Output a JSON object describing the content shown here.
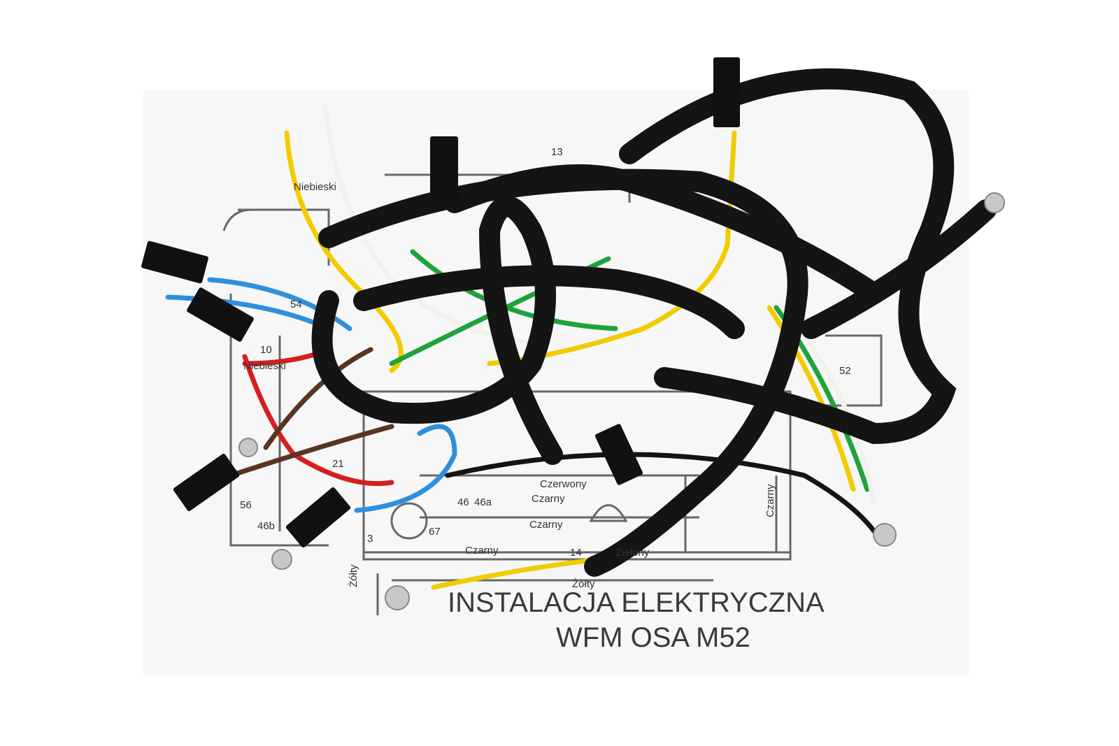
{
  "title": {
    "line1": "INSTALACJA ELEKTRYCZNA",
    "line2": "WFM OSA M52"
  },
  "diagram_labels": {
    "niebieski_top": "Niebieski",
    "niebieski_left": "Niebieski",
    "czerwony": "Czerwony",
    "czarny_1": "Czarny",
    "czarny_2": "Czarny",
    "czarny_3": "Czarny",
    "czarny_right": "Czarny",
    "zolty_left": "Żółty",
    "zolty_bottom": "Żółty",
    "zielony": "Zielony",
    "n54": "54",
    "n10": "10",
    "n56": "56",
    "n46b": "46b",
    "n21": "21",
    "n46": "46",
    "n46a": "46a",
    "n67": "67",
    "n3": "3",
    "n14": "14",
    "n52": "52",
    "n13": "13"
  },
  "colors": {
    "paper": "#f7f7f7",
    "cable": "#141414",
    "yellow": "#f1cc00",
    "white": "#f2f2ec",
    "green": "#1ea33a",
    "blue": "#2f8fdc",
    "red": "#d61f1f",
    "brown": "#5a3420",
    "brass": "#c9a23a"
  }
}
